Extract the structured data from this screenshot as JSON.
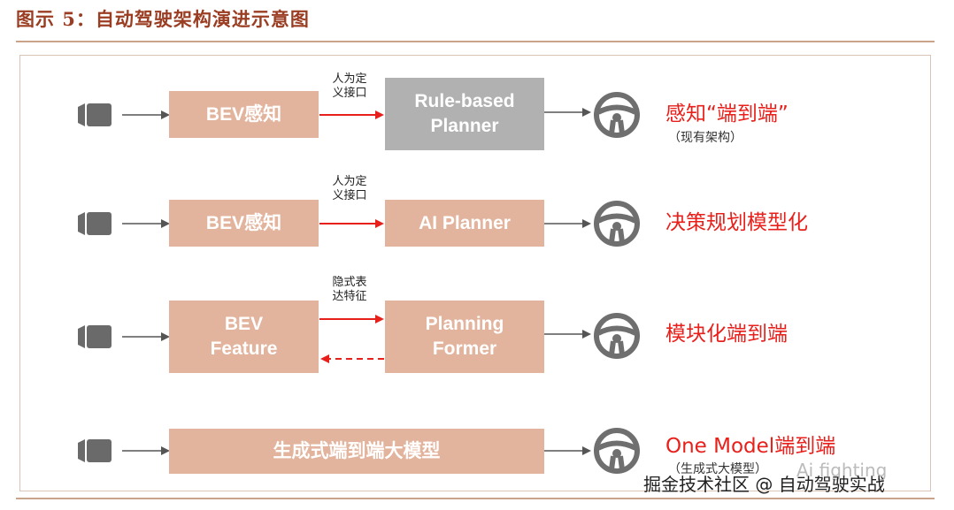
{
  "figure_title": "图示 5：自动驾驶架构演进示意图",
  "rows": [
    {
      "input": "BEV感知",
      "interface": [
        "人为定",
        "义接口"
      ],
      "planner": [
        "Rule-based",
        "Planner"
      ],
      "result": "感知“端到端”",
      "result_sub": "（现有架构）"
    },
    {
      "input": "BEV感知",
      "interface": [
        "人为定",
        "义接口"
      ],
      "planner": [
        "AI Planner"
      ],
      "result": "决策规划模型化",
      "result_sub": ""
    },
    {
      "input": [
        "BEV",
        "Feature"
      ],
      "interface": [
        "隐式表",
        "达特征"
      ],
      "planner": [
        "Planning",
        "Former"
      ],
      "result": "模块化端到端",
      "result_sub": ""
    },
    {
      "input": "生成式端到端大模型",
      "interface": [],
      "planner": [],
      "result": "One Model端到端",
      "result_sub": "（生成式大模型）"
    }
  ],
  "watermark": {
    "wechat_name": "Ai fighting",
    "site": "掘金技术社区 @ 自动驾驶实战"
  },
  "colors": {
    "salmon_box": "#e3b49d",
    "gray_box": "#b1b1b1",
    "red_arrow": "#e8201b",
    "result_text": "#e8201b",
    "title": "#9a3d22"
  },
  "icons": [
    "camera-icon",
    "steering-wheel-icon"
  ]
}
